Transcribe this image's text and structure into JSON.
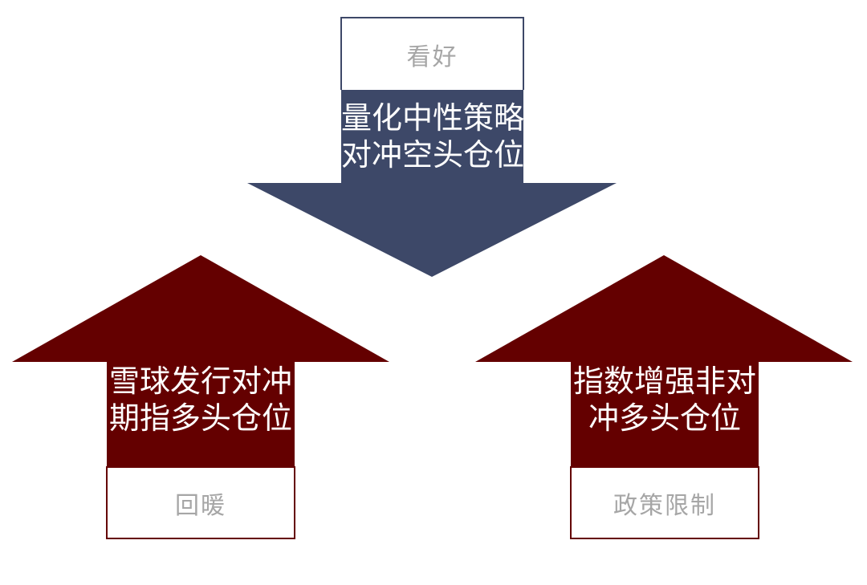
{
  "colors": {
    "down_arrow": "#3d4868",
    "up_arrow": "#640000",
    "label_text": "#a6a6a6",
    "arrow_text": "#ffffff"
  },
  "top_arrow": {
    "direction": "down",
    "label": "看好",
    "text_line1": "量化中性策略",
    "text_line2": "对冲空头仓位"
  },
  "left_arrow": {
    "direction": "up",
    "label": "回暖",
    "text_line1": "雪球发行对冲",
    "text_line2": "期指多头仓位"
  },
  "right_arrow": {
    "direction": "up",
    "label": "政策限制",
    "text_line1": "指数增强非对",
    "text_line2": "冲多头仓位"
  }
}
